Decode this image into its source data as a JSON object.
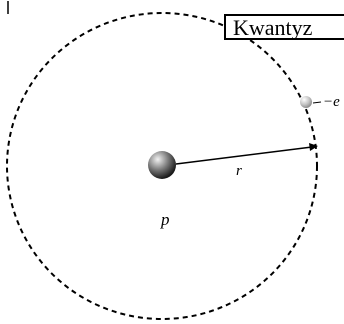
{
  "diagram": {
    "title": "Kwantyz",
    "nucleus_label": "p",
    "radius_label": "r",
    "electron_label": "−e",
    "colors": {
      "stroke": "#000000",
      "nucleus": "#6b6b6b",
      "electron": "#bdbdbd"
    }
  }
}
